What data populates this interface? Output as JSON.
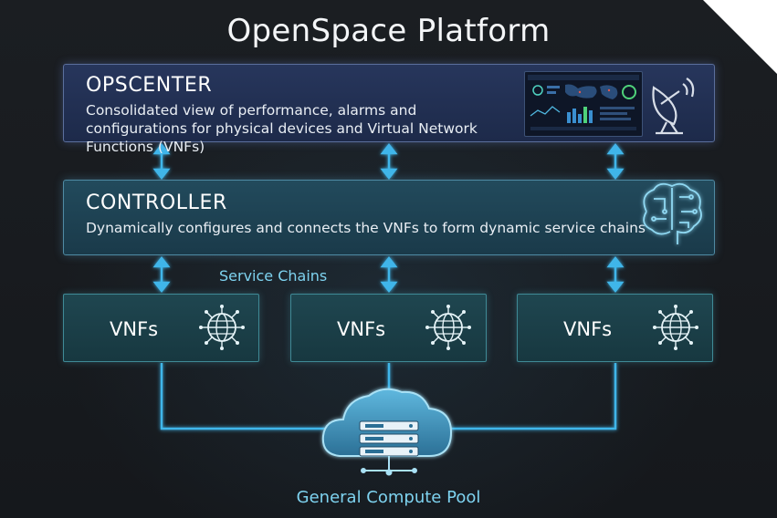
{
  "title": "OpenSpace Platform",
  "opscenter": {
    "heading": "OPSCENTER",
    "description": "Consolidated view of performance, alarms and configurations for physical devices and Virtual Network Functions (VNFs)"
  },
  "controller": {
    "heading": "CONTROLLER",
    "description": "Dynamically configures and connects the VNFs to form dynamic service chains"
  },
  "service_chains_label": "Service Chains",
  "vnfs": [
    {
      "label": "VNFs"
    },
    {
      "label": "VNFs"
    },
    {
      "label": "VNFs"
    }
  ],
  "compute_pool_label": "General Compute Pool",
  "icons": {
    "opscenter": [
      "dashboard-icon",
      "satellite-dish-icon"
    ],
    "controller": "brain-circuit-icon",
    "vnf": "network-globe-icon",
    "pool": "cloud-server-icon"
  },
  "colors": {
    "background": "#17191d",
    "opscenter_panel": "#22304f",
    "controller_panel": "#1e4252",
    "vnf_panel": "#1b3f48",
    "accent": "#3fb6ea",
    "label_accent": "#7ed3f0"
  }
}
